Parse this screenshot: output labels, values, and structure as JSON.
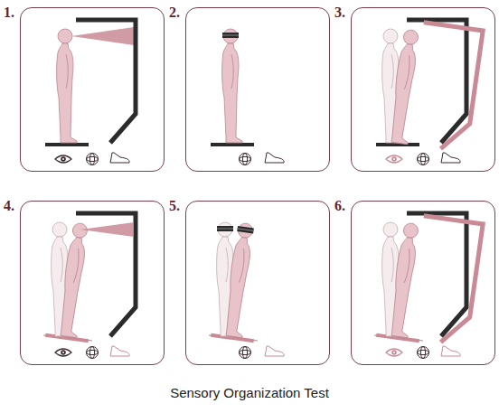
{
  "diagram": {
    "caption": "Sensory Organization Test",
    "nodes": [
      {
        "text": [
          "1."
        ]
      },
      {
        "text": [
          "2."
        ]
      },
      {
        "text": [
          "3."
        ]
      },
      {
        "text": [
          "4."
        ]
      },
      {
        "text": [
          "5."
        ]
      },
      {
        "text": [
          "6."
        ]
      }
    ]
  }
}
